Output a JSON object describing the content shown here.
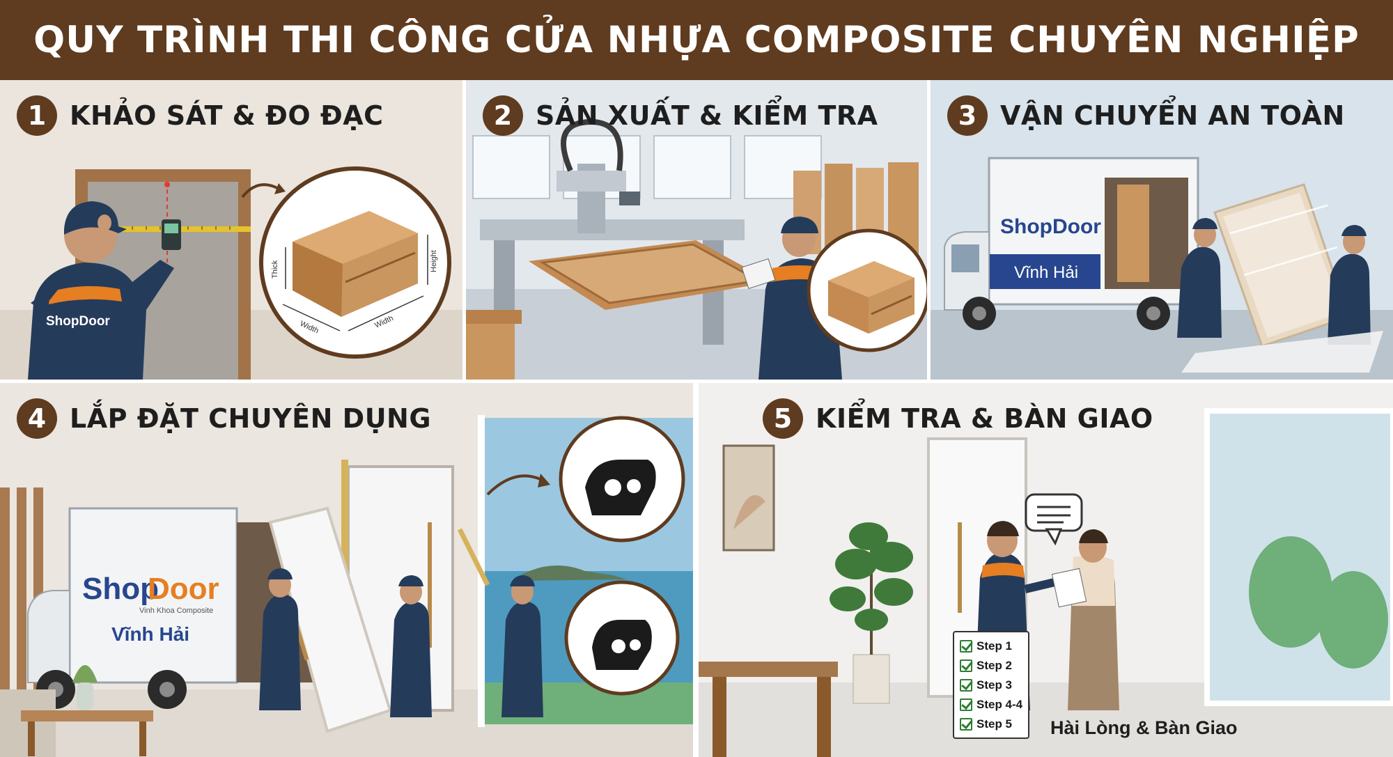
{
  "header": {
    "title": "QUY TRÌNH THI CÔNG CỬA NHỰA COMPOSITE CHUYÊN NGHIỆP"
  },
  "steps": [
    {
      "number": "1",
      "title": "KHẢO SÁT & ĐO ĐẠC",
      "shirt_brand": "ShopDoor",
      "dims": [
        "Thick",
        "Height",
        "Width",
        "Width"
      ]
    },
    {
      "number": "2",
      "title": "SẢN XUẤT & KIỂM TRA"
    },
    {
      "number": "3",
      "title": "VẬN CHUYỂN AN TOÀN",
      "truck_brand": "ShopDoor",
      "truck_location": "Vĩnh Hải"
    },
    {
      "number": "4",
      "title": "LẮP ĐẶT CHUYÊN DỤNG",
      "truck_brand_shop": "Shop",
      "truck_brand_door": "Door",
      "truck_subtitle": "Vinh Khoa Composite",
      "truck_location": "Vĩnh Hải"
    },
    {
      "number": "5",
      "title": "KIỂM TRA & BÀN GIAO",
      "checklist": [
        "Step 1",
        "Step 2",
        "Step 3",
        "Step 4-4",
        "Step 5"
      ],
      "handover_text": "Hài Lòng & Bàn Giao"
    }
  ],
  "colors": {
    "header_bg": "#5f3b1f",
    "badge_bg": "#5f3b1f",
    "brand_blue": "#27468f",
    "brand_orange": "#e67e22",
    "uniform_navy": "#253b5a",
    "wood": "#c9965f"
  }
}
